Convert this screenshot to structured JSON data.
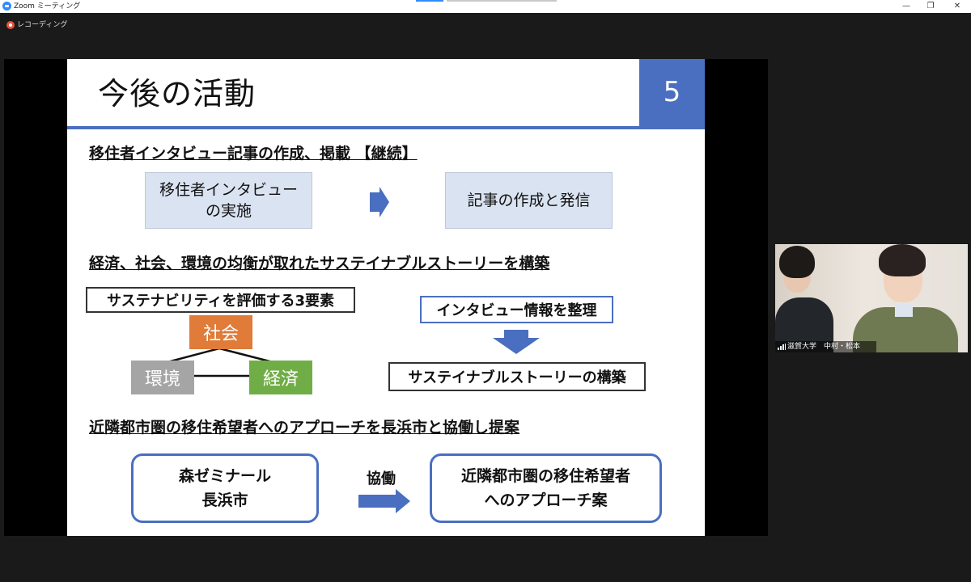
{
  "window": {
    "title": "Zoom ミーティング",
    "minimize": "—",
    "restore": "❐",
    "close": "✕"
  },
  "recording": {
    "label": "レコーディング"
  },
  "slide": {
    "title": "今後の活動",
    "number": "5",
    "section1": {
      "heading": "移住者インタビュー記事の作成、掲載 【継続】",
      "box_left_line1": "移住者インタビュー",
      "box_left_line2": "の実施",
      "box_right": "記事の作成と発信"
    },
    "section2": {
      "heading": "経済、社会、環境の均衡が取れたサステイナブルストーリーを構築",
      "elements_label": "サステナビリティを評価する3要素",
      "tag_social": "社会",
      "tag_environment": "環境",
      "tag_economy": "経済",
      "flow_top": "インタビュー情報を整理",
      "flow_bottom": "サステイナブルストーリーの構築"
    },
    "section3": {
      "heading": "近隣都市圏の移住希望者へのアプローチを長浜市と協働し提案",
      "box_left_line1": "森ゼミナール",
      "box_left_line2": "長浜市",
      "collab": "協働",
      "box_right_line1": "近隣都市圏の移住希望者",
      "box_right_line2": "へのアプローチ案"
    },
    "colors": {
      "accent_blue": "#4a6fc0",
      "box_fill": "#dae3f1",
      "social_orange": "#e07b39",
      "environment_gray": "#a5a5a5",
      "economy_green": "#70ad47"
    }
  },
  "participant": {
    "name": "滋賀大学　中村・松本"
  }
}
